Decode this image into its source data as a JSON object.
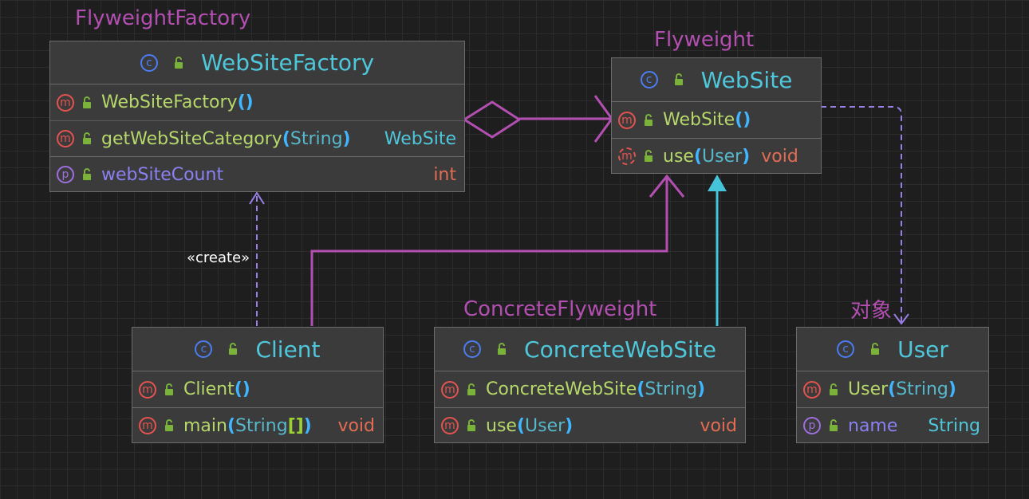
{
  "pattern_labels": {
    "factory": "FlyweightFactory",
    "flyweight": "Flyweight",
    "concrete": "ConcreteFlyweight",
    "object": "对象"
  },
  "stereotype": "«create»",
  "colors": {
    "background": "#1e1e1e",
    "class_fill": "#3b3b3b",
    "class_name": "#4fc7db",
    "pattern_label": "#b24fb0",
    "association": "#b24fb0",
    "generalization": "#45c3d8",
    "dependency": "#9a7fe6"
  },
  "icons": {
    "class": "class-c-icon",
    "method": "method-m-icon",
    "abstract_method": "abstract-method-icon",
    "property": "property-p-icon",
    "visibility": "public-lock-icon"
  },
  "classes": {
    "websitefactory": {
      "name": "WebSiteFactory",
      "rows": [
        {
          "kind": "method",
          "name": "WebSiteFactory",
          "open": "(",
          "params": "",
          "close": ")",
          "returns": ""
        },
        {
          "kind": "method",
          "name": "getWebSiteCategory",
          "open": "(",
          "params": "String",
          "close": ")",
          "returns": "WebSite"
        },
        {
          "kind": "property",
          "name": "webSiteCount",
          "type": "int"
        }
      ]
    },
    "website": {
      "name": "WebSite",
      "rows": [
        {
          "kind": "method",
          "name": "WebSite",
          "open": "(",
          "params": "",
          "close": ")",
          "returns": ""
        },
        {
          "kind": "abstract_method",
          "name": "use",
          "open": "(",
          "params": "User",
          "close": ")",
          "returns": "void"
        }
      ]
    },
    "client": {
      "name": "Client",
      "rows": [
        {
          "kind": "method",
          "name": "Client",
          "open": "(",
          "params": "",
          "close": ")",
          "returns": ""
        },
        {
          "kind": "method",
          "name": "main",
          "open": "(",
          "params": "String",
          "brackets": "[]",
          "close": ")",
          "returns": "void"
        }
      ]
    },
    "concretewebsite": {
      "name": "ConcreteWebSite",
      "rows": [
        {
          "kind": "method",
          "name": "ConcreteWebSite",
          "open": "(",
          "params": "String",
          "close": ")",
          "returns": ""
        },
        {
          "kind": "method",
          "name": "use",
          "open": "(",
          "params": "User",
          "close": ")",
          "returns": "void"
        }
      ]
    },
    "user": {
      "name": "User",
      "rows": [
        {
          "kind": "method",
          "name": "User",
          "open": "(",
          "params": "String",
          "close": ")",
          "returns": ""
        },
        {
          "kind": "property",
          "name": "name",
          "type": "String"
        }
      ]
    }
  }
}
